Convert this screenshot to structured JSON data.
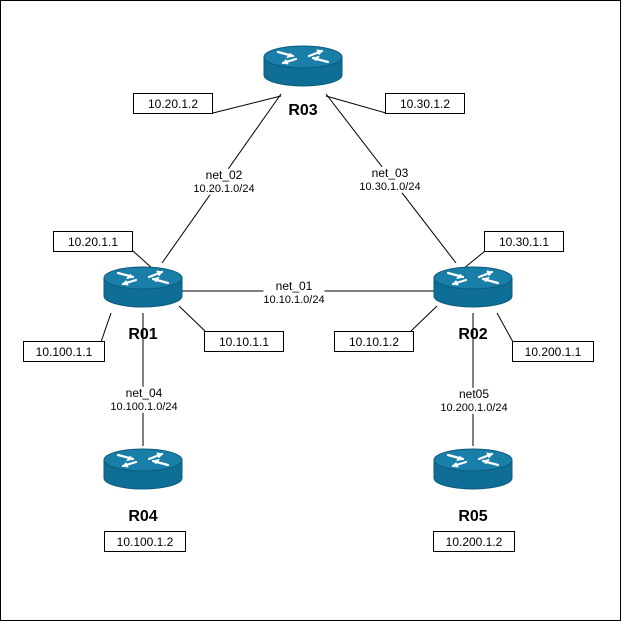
{
  "colors": {
    "router_body": "#0F6E96",
    "router_top": "#1A7FA8",
    "router_rim": "#0A5A7D",
    "router_arrows": "#ffffff",
    "line": "#000000"
  },
  "routers": {
    "r01": {
      "label": "R01"
    },
    "r02": {
      "label": "R02"
    },
    "r03": {
      "label": "R03"
    },
    "r04": {
      "label": "R04"
    },
    "r05": {
      "label": "R05"
    }
  },
  "links": {
    "net_01": {
      "name": "net_01",
      "subnet": "10.10.1.0/24"
    },
    "net_02": {
      "name": "net_02",
      "subnet": "10.20.1.0/24"
    },
    "net_03": {
      "name": "net_03",
      "subnet": "10.30.1.0/24"
    },
    "net_04": {
      "name": "net_04",
      "subnet": "10.100.1.0/24"
    },
    "net05": {
      "name": "net05",
      "subnet": "10.200.1.0/24"
    }
  },
  "interfaces": {
    "r03_net02": "10.20.1.2",
    "r03_net03": "10.30.1.2",
    "r01_net02": "10.20.1.1",
    "r02_net03": "10.30.1.1",
    "r01_net01": "10.10.1.1",
    "r02_net01": "10.10.1.2",
    "r01_net04": "10.100.1.1",
    "r02_net05": "10.200.1.1",
    "r04_net04": "10.100.1.2",
    "r05_net05": "10.200.1.2"
  }
}
